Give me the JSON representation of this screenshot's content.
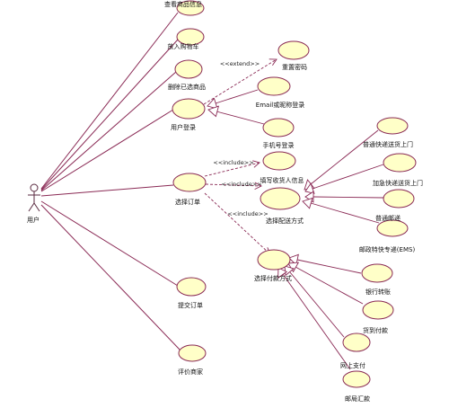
{
  "actor": {
    "name": "用户"
  },
  "usecases": [
    {
      "id": "view_info",
      "label": "查看商品信息"
    },
    {
      "id": "add_cart",
      "label": "放入购物车"
    },
    {
      "id": "remove",
      "label": "删除已选商品"
    },
    {
      "id": "login",
      "label": "用户登录"
    },
    {
      "id": "order",
      "label": "选择订单"
    },
    {
      "id": "submit",
      "label": "提交订单"
    },
    {
      "id": "review",
      "label": "评价商家"
    },
    {
      "id": "reset_pw",
      "label": "重置密码"
    },
    {
      "id": "email_login",
      "label": "Email或昵称登录"
    },
    {
      "id": "phone_login",
      "label": "手机号登录"
    },
    {
      "id": "fill_info",
      "label": "填写收货人信息"
    },
    {
      "id": "ship_method",
      "label": "选择配送方式"
    },
    {
      "id": "pay_method",
      "label": "选择付款方式"
    },
    {
      "id": "ship_normal",
      "label": "普通快递送货上门"
    },
    {
      "id": "ship_express",
      "label": "加急快递送货上门"
    },
    {
      "id": "ship_post",
      "label": "普通邮递"
    },
    {
      "id": "ship_ems",
      "label": "邮政特快专递(EMS)"
    },
    {
      "id": "bank",
      "label": "银行转账"
    },
    {
      "id": "cod",
      "label": "货到付款"
    },
    {
      "id": "online",
      "label": "网上支付"
    },
    {
      "id": "postal",
      "label": "邮局汇款"
    }
  ],
  "relations": [
    {
      "from": "login",
      "to": "reset_pw",
      "label": "<<extend>>"
    },
    {
      "from": "order",
      "to": "fill_info",
      "label": "<<include>>"
    },
    {
      "from": "order",
      "to": "ship_method",
      "label": "<<include>>"
    },
    {
      "from": "order",
      "to": "pay_method",
      "label": "<<include>>"
    }
  ]
}
